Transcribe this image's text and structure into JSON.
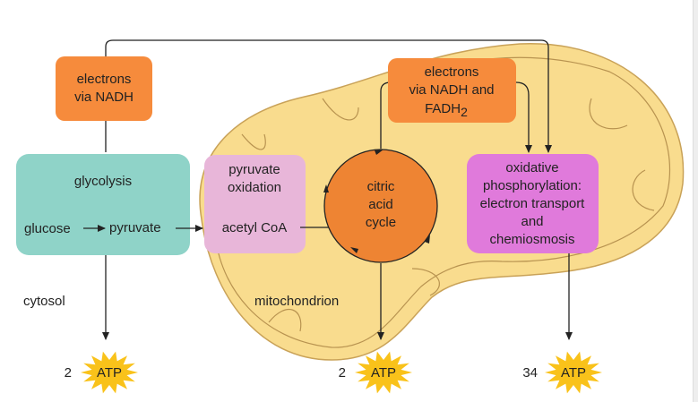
{
  "colors": {
    "mitochondrion": "#F9DC8E",
    "mitochondrion_outline": "#C9A258",
    "orange_box": "#F68B3C",
    "glycolysis_box": "#8FD3C8",
    "pyruvate_box": "#E8B6D9",
    "citric_circle": "#EE8433",
    "oxidative_box": "#E07ADB",
    "atp_burst": "#F9C21A"
  },
  "labels": {
    "electrons_nadh": [
      "electrons",
      "via NADH"
    ],
    "electrons_nadh_fadh": [
      "electrons",
      "via NADH and",
      "FADH",
      "2"
    ],
    "glycolysis": "glycolysis",
    "glucose": "glucose",
    "pyruvate": "pyruvate",
    "pyruvate_oxidation": [
      "pyruvate",
      "oxidation"
    ],
    "acetyl_coa": "acetyl CoA",
    "citric_acid_cycle": [
      "citric",
      "acid",
      "cycle"
    ],
    "oxidative_phosphorylation": [
      "oxidative",
      "phosphorylation:",
      "electron transport",
      "and",
      "chemiosmosis"
    ],
    "cytosol": "cytosol",
    "mitochondrion": "mitochondrion"
  },
  "atp_yields": [
    {
      "count": "2",
      "label": "ATP"
    },
    {
      "count": "2",
      "label": "ATP"
    },
    {
      "count": "34",
      "label": "ATP"
    }
  ]
}
